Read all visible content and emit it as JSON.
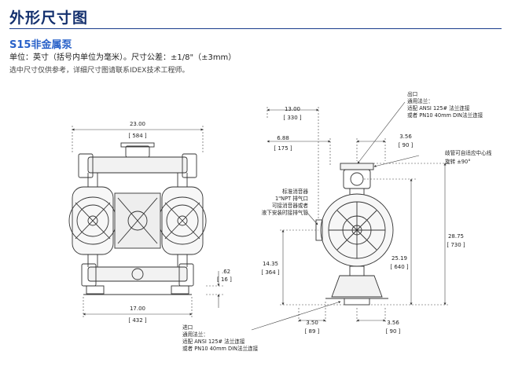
{
  "title": "外形尺寸图",
  "subtitle": "S15非金属泵",
  "units": "单位：英寸（括号内单位为毫米）。尺寸公差：±1/8\"（±3mm）",
  "note": "选中尺寸仅供参考，详细尺寸图请联系IDEX技术工程师。",
  "front": {
    "width_in": "23.00",
    "width_mm": "[ 584 ]",
    "base_in": "17.00",
    "base_mm": "[ 432 ]",
    "foot_in": ".62",
    "foot_mm": "[ 16 ]"
  },
  "side": {
    "d13_in": "13.00",
    "d13_mm": "[ 330 ]",
    "d688_in": "6.88",
    "d688_mm": "[ 175 ]",
    "d356t_in": "3.56",
    "d356t_mm": "[ 90 ]",
    "d1435_in": "14.35",
    "d1435_mm": "[ 364 ]",
    "d2519_in": "25.19",
    "d2519_mm": "[ 640 ]",
    "d2875_in": "28.75",
    "d2875_mm": "[ 730 ]",
    "d350_in": "3.50",
    "d350_mm": "[ 89 ]",
    "d356b_in": "3.56",
    "d356b_mm": "[ 90 ]"
  },
  "outlet": {
    "l1": "出口",
    "l2": "通用法兰：",
    "l3": "适配 ANSI 125# 法兰连接",
    "l4": "或者 PN10 40mm DIN法兰连接"
  },
  "manifold": {
    "l1": "歧管可自适应中心线",
    "l2": "旋转 ±90°"
  },
  "muffler": {
    "l1": "标准消音器",
    "l2": "1\"NPT 排气口",
    "l3": "可接消音器或者",
    "l4": "液下安装时接排气管"
  },
  "inlet": {
    "l1": "进口",
    "l2": "通用法兰：",
    "l3": "适配 ANSI 125# 法兰连接",
    "l4": "或者 PN10 40mm DIN法兰连接"
  }
}
